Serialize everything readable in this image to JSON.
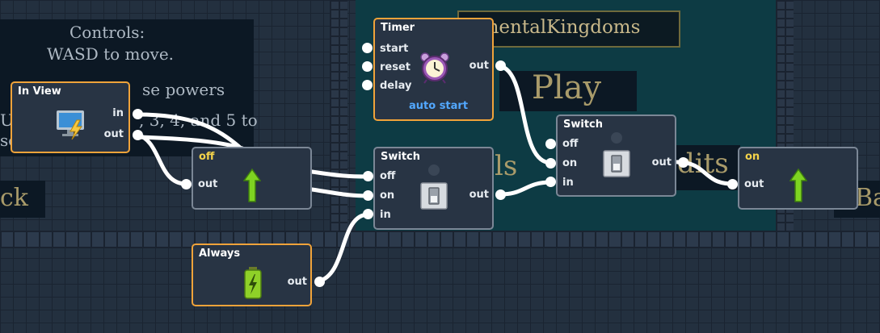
{
  "background": {
    "controls_heading": "Controls:",
    "controls_line": "WASD to move.",
    "partial_powers": "se powers",
    "partial_keys": ", 3, 4, and 5 to",
    "partial_u": "U",
    "partial_se": "se",
    "partial_ck": "ck",
    "game_title_sign": "ementalKingdoms",
    "play_sign": "Play",
    "partial_ls": "ls",
    "partial_dits": "dits",
    "partial_ba": "Ba"
  },
  "nodes": {
    "in_view": {
      "title": "In View",
      "port_in": "in",
      "port_out": "out",
      "icon": "monitor-icon"
    },
    "off_relay": {
      "title": "off",
      "port_out": "out",
      "icon": "green-arrow-up-icon"
    },
    "timer": {
      "title": "Timer",
      "port_start": "start",
      "port_reset": "reset",
      "port_delay": "delay",
      "port_out": "out",
      "option": "auto start",
      "icon": "alarm-clock-icon"
    },
    "switch_1": {
      "title": "Switch",
      "port_off": "off",
      "port_on": "on",
      "port_in": "in",
      "port_out": "out",
      "icon": "toggle-switch-icon"
    },
    "always": {
      "title": "Always",
      "port_out": "out",
      "icon": "battery-icon"
    },
    "switch_2": {
      "title": "Switch",
      "port_off": "off",
      "port_on": "on",
      "port_in": "in",
      "port_out": "out",
      "icon": "toggle-switch-icon"
    },
    "on_relay": {
      "title": "on",
      "port_out": "out",
      "icon": "green-arrow-up-icon"
    }
  },
  "colors": {
    "node_border_selected": "#f0a33a",
    "node_border": "#7b8796",
    "wire": "#ffffff",
    "auto_start": "#52a8ff",
    "relay_title": "#f3d24a"
  }
}
